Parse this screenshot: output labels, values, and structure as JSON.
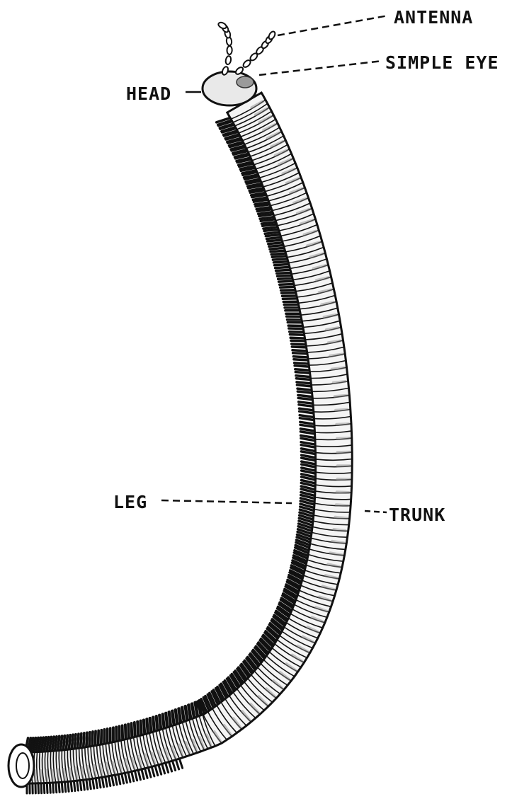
{
  "labels": {
    "antenna": "ANTENNA",
    "simple_eye": "SIMPLE EYE",
    "head": "HEAD",
    "leg": "LEG",
    "trunk": "TRUNK"
  },
  "colors": {
    "ink": "#111111",
    "paper": "#ffffff",
    "shade": "#8a8a8a"
  }
}
